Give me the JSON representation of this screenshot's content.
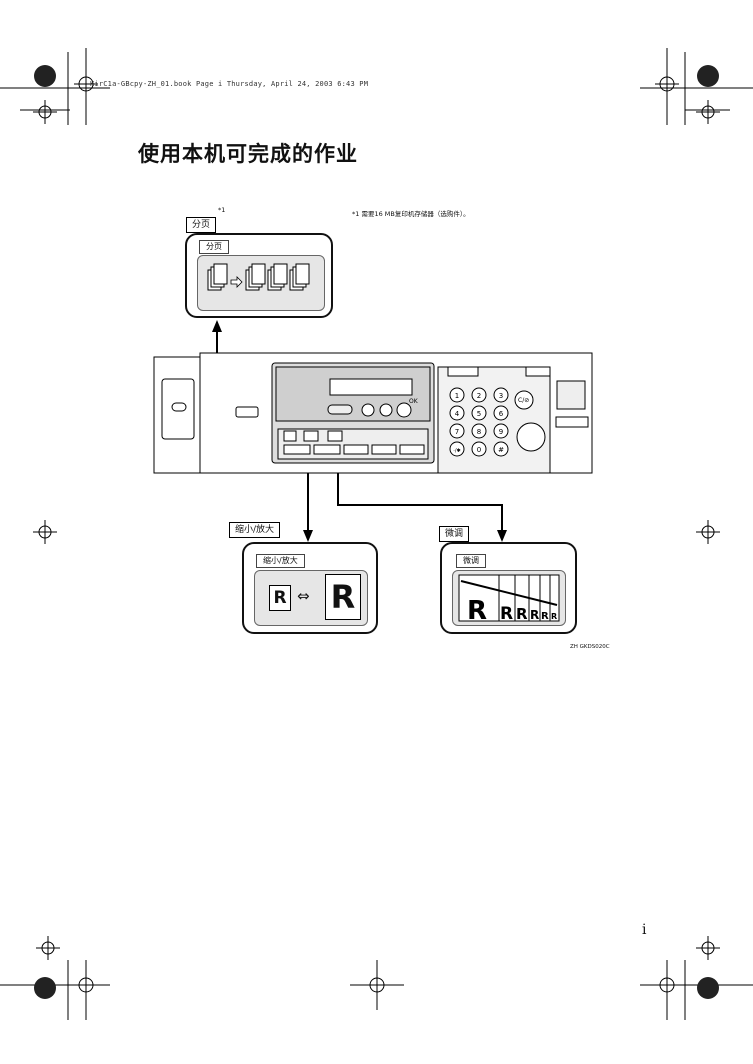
{
  "header": {
    "file_line": "KirC1a-GBcpy-ZH_01.book  Page i  Thursday, April 24, 2003  6:43 PM"
  },
  "page": {
    "title": "使用本机可完成的作业",
    "page_number": "i"
  },
  "notes": {
    "marker": "*1",
    "footnote": "*1 需要16 MB复印机存储器（选购件）。"
  },
  "sort": {
    "label": "分页",
    "inner_label": "分页"
  },
  "reduce": {
    "label": "缩小/放大",
    "inner_label": "缩小/放大",
    "small_letter": "R",
    "big_letter": "R",
    "arrow": "⇔"
  },
  "fine": {
    "label": "微调",
    "inner_label": "微调",
    "letters": [
      "R",
      "R",
      "R",
      "R",
      "R",
      "R"
    ]
  },
  "panel": {
    "ok_label": "OK",
    "c_label": "C/⊘",
    "keys": [
      "1",
      "2",
      "3",
      "4",
      "5",
      "6",
      "7",
      "8",
      "9",
      "·/✱",
      "0",
      "#"
    ]
  },
  "figure_code": "ZH GKDS020C"
}
